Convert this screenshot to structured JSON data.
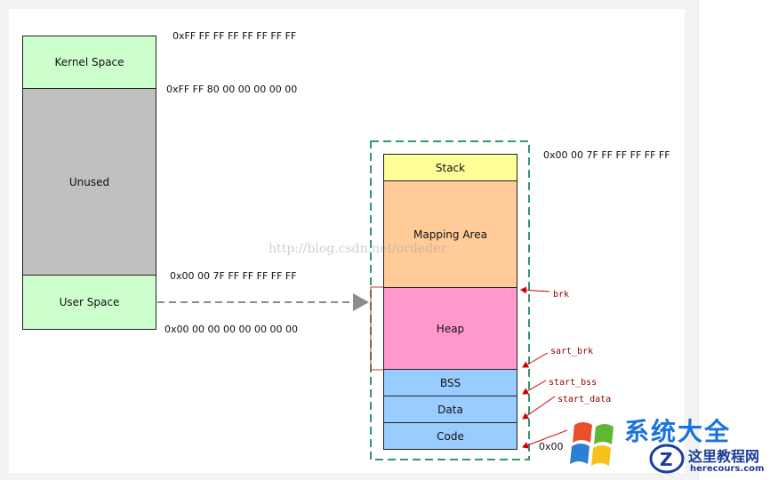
{
  "left_column": {
    "kernel_space": "Kernel Space",
    "unused": "Unused",
    "user_space": "User Space"
  },
  "addresses": {
    "kernel_top": "0xFF FF FF FF FF FF FF FF",
    "kernel_bottom": "0xFF FF 80 00 00 00 00 00",
    "user_top": "0x00 00 7F FF FF FF FF FF",
    "user_bottom": "0x00 00 00 00 00 00 00 00",
    "detail_top": "0x00 00 7F FF FF FF FF FF",
    "detail_bottom": "0x00"
  },
  "segments": {
    "stack": "Stack",
    "mapping_area": "Mapping Area",
    "heap": "Heap",
    "bss": "BSS",
    "data": "Data",
    "code": "Code"
  },
  "pointers": {
    "brk": "brk",
    "start_brk": "sart_brk",
    "start_bss": "start_bss",
    "start_data": "start_data"
  },
  "watermark": "http://blog.csdn.net/ordeder",
  "logo": {
    "title": "系统大全",
    "subtitle": "这里教程网",
    "url": "herecours.com"
  },
  "colors": {
    "kernel_space": "#ccffcc",
    "unused": "#c0c0c0",
    "user_space": "#ccffcc",
    "stack": "#ffff99",
    "mapping_area": "#ffcc99",
    "heap": "#ff99cc",
    "bss": "#99ccff",
    "data": "#99ccff",
    "code": "#99ccff",
    "dashed_frame": "#339966",
    "arrow_red": "#cc0000"
  }
}
